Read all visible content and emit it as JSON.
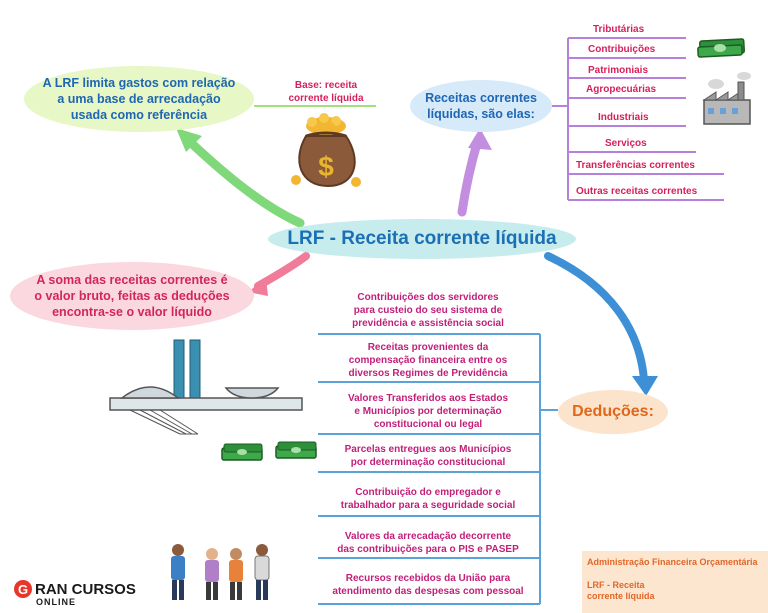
{
  "central": {
    "label": "LRF - Receita corrente líquida"
  },
  "limit_bubble": {
    "line1": "A LRF limita gastos com relação",
    "line2": "a uma base de arrecadação",
    "line3": "usada como referência"
  },
  "base_label": {
    "line1": "Base: receita",
    "line2": "corrente líquida"
  },
  "revenues_bubble": {
    "line1": "Receitas correntes",
    "line2": "líquidas, são elas:"
  },
  "revenues": [
    "Tributárias",
    "Contribuições",
    "Patrimoniais",
    "Agropecuárias",
    "Industriais",
    "Serviços",
    "Transferências correntes",
    "Outras receitas correntes"
  ],
  "sum_bubble": {
    "line1": "A soma das receitas correntes é",
    "line2": "o valor bruto, feitas as deduções",
    "line3": "encontra-se o valor líquido"
  },
  "deductions_bubble": {
    "label": "Deduções:"
  },
  "deductions": [
    {
      "line1": "Contribuições dos servidores",
      "line2": "para custeio do seu sistema de",
      "line3": "previdência e assistência social"
    },
    {
      "line1": "Receitas provenientes da",
      "line2": "compensação financeira entre os",
      "line3": "diversos Regimes de Previdência"
    },
    {
      "line1": "Valores Transferidos aos Estados",
      "line2": "e Municípios por determinação",
      "line3": "constitucional ou legal"
    },
    {
      "line1": "Parcelas entregues aos Municípios",
      "line2": "por determinação constitucional",
      "line3": ""
    },
    {
      "line1": "Contribuição do empregador e",
      "line2": "trabalhador para a seguridade social",
      "line3": ""
    },
    {
      "line1": "Valores da arrecadação decorrente",
      "line2": "das contribuições para o PIS e PASEP",
      "line3": ""
    },
    {
      "line1": "Recursos recebidos da União para",
      "line2": "atendimento das despesas com pessoal",
      "line3": ""
    }
  ],
  "info_box": {
    "title": "Administração Financeira Orçamentária",
    "line1": "LRF - Receita",
    "line2": "corrente líquida"
  },
  "brand": {
    "letter": "G",
    "name": "RAN CURSOS",
    "sub": "ONLINE"
  },
  "colors": {
    "central_fill": "#c6ecee",
    "central_text": "#1b6fb4",
    "green_arrow": "#7fd87a",
    "purple_arrow": "#c38ee0",
    "pink_arrow": "#f07c9a",
    "blue_arrow": "#3d8fd6",
    "purple_line": "#b780dc",
    "green_line": "#a5e07a",
    "blue_line": "#5aa2db",
    "revenue_text": "#d6205c",
    "deduction_text": "#c21f7a"
  },
  "icons": [
    "money-bag-icon",
    "cash-stack-icon",
    "factory-icon",
    "congress-building-icon",
    "people-group-icon"
  ]
}
